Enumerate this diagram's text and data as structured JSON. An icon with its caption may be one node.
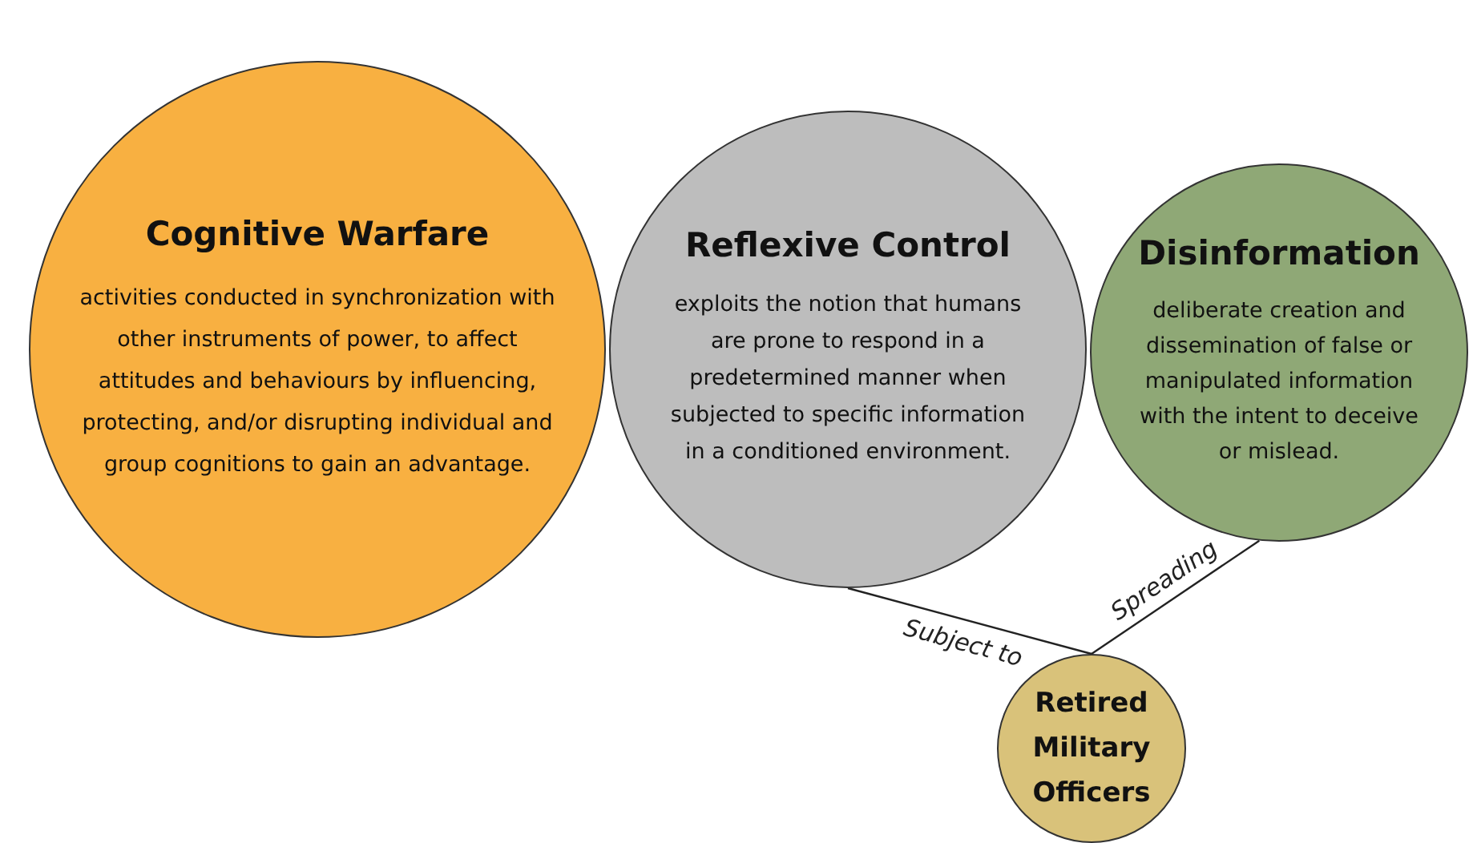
{
  "diagram": {
    "nodes": [
      {
        "text": [
          "Cognitive Warfare",
          "activities conducted in synchronization with other instruments of power, to affect attitudes and behaviours by influencing, protecting, and/or disrupting individual and group cognitions to gain an advantage."
        ]
      },
      {
        "text": [
          "Reflexive Control",
          "exploits the notion that humans are prone to respond in a predetermined manner when subjected to specific information in a conditioned environment."
        ]
      },
      {
        "text": [
          "Disinformation",
          "deliberate creation and dissemination of false or manipulated information with the intent to deceive or mislead."
        ]
      },
      {
        "text": [
          "Retired Military Officers"
        ]
      }
    ],
    "edges": [
      {
        "from": 1,
        "to": 3,
        "arrow": "none",
        "label": "Subject to"
      },
      {
        "from": 2,
        "to": 3,
        "arrow": "none",
        "label": "Spreading"
      }
    ]
  }
}
